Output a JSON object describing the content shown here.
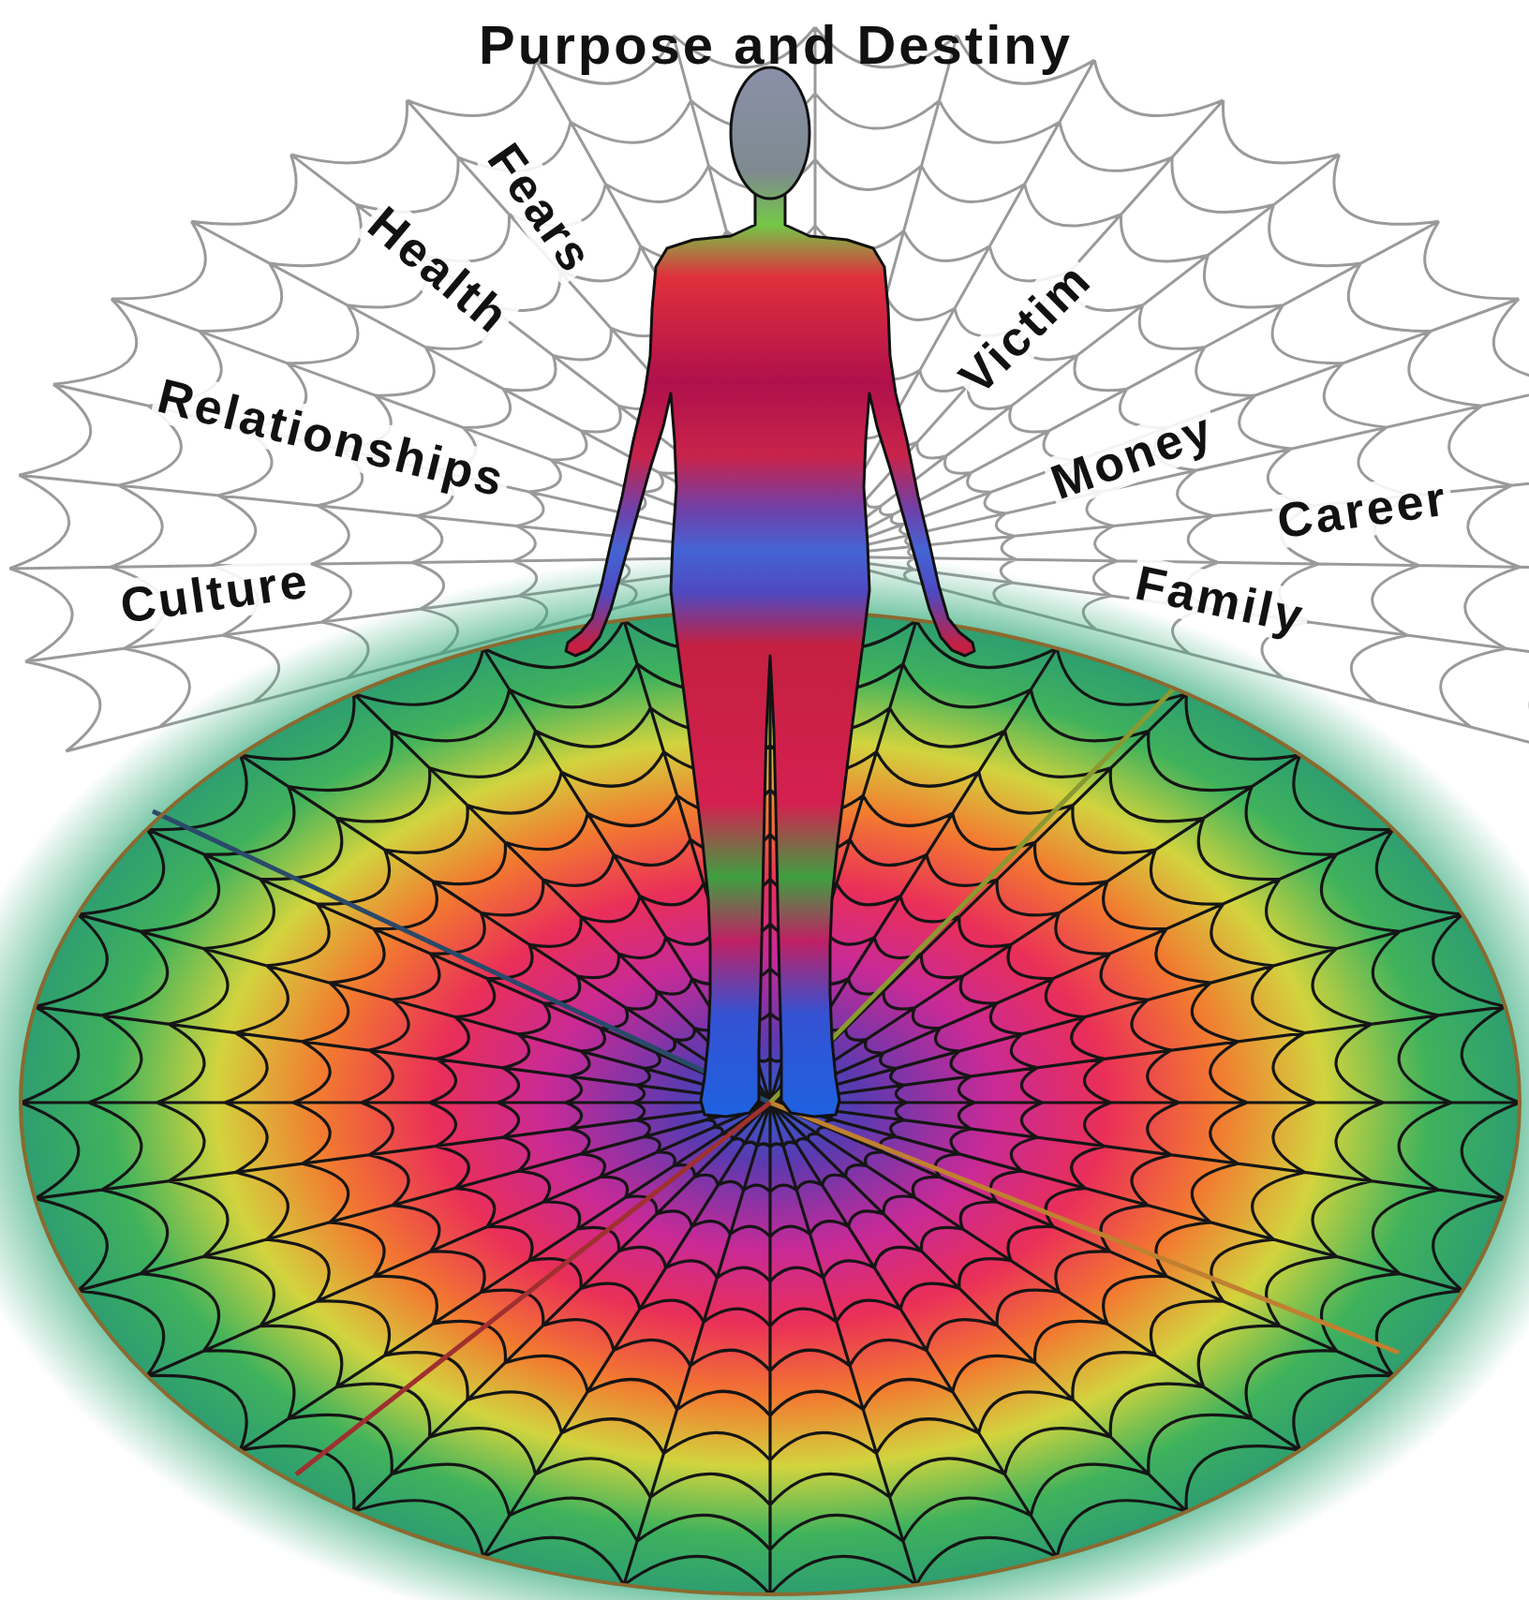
{
  "diagram": {
    "title": "Purpose and Destiny",
    "labels": [
      "Fears",
      "Health",
      "Relationships",
      "Culture",
      "Victim",
      "Money",
      "Career",
      "Family"
    ]
  }
}
